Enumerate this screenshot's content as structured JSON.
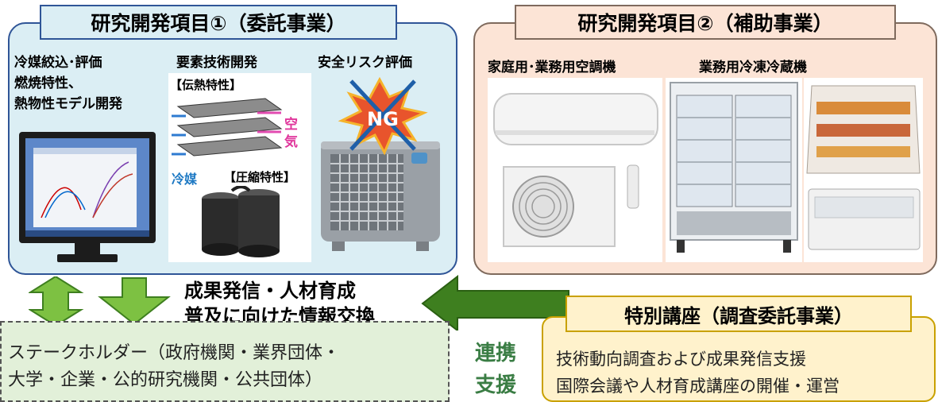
{
  "panel1": {
    "title": "研究開発項目①（委託事業）",
    "col1_line1": "冷媒絞込･評価",
    "col1_line2": "燃焼特性、",
    "col1_line3": "熱物性モデル開発",
    "col2_title": "要素技術開発",
    "heat_label": "【伝熱特性】",
    "air_label_1": "空",
    "air_label_2": "気",
    "refrigerant_label": "冷媒",
    "compress_label": "【圧縮特性】",
    "col3_title": "安全リスク評価",
    "ng_label": "NG"
  },
  "panel2": {
    "title": "研究開発項目②（補助事業）",
    "col1_title": "家庭用･業務用空調機",
    "col2_title": "業務用冷凍冷蔵機"
  },
  "center": {
    "line1": "成果発信・人材育成",
    "line2": "普及に向けた情報交換"
  },
  "stakeholder": {
    "line1": "ステークホルダー（政府機関・業界団体・",
    "line2": "大学・企業・公的研究機関・公共団体）"
  },
  "link": {
    "line1": "連携",
    "line2": "支援"
  },
  "special": {
    "title": "特別講座（調査委託事業）",
    "line1": "技術動向調査および成果発信支援",
    "line2": "国際会議や人材育成講座の開催・運営"
  },
  "colors": {
    "arrow_green": "#7dc142",
    "arrow_dark_green": "#3e7f1f",
    "panel_blue": "#dbeef4",
    "panel_peach": "#fce4d6",
    "box_green": "#e2f0d9",
    "box_yellow": "#fff2cc"
  }
}
